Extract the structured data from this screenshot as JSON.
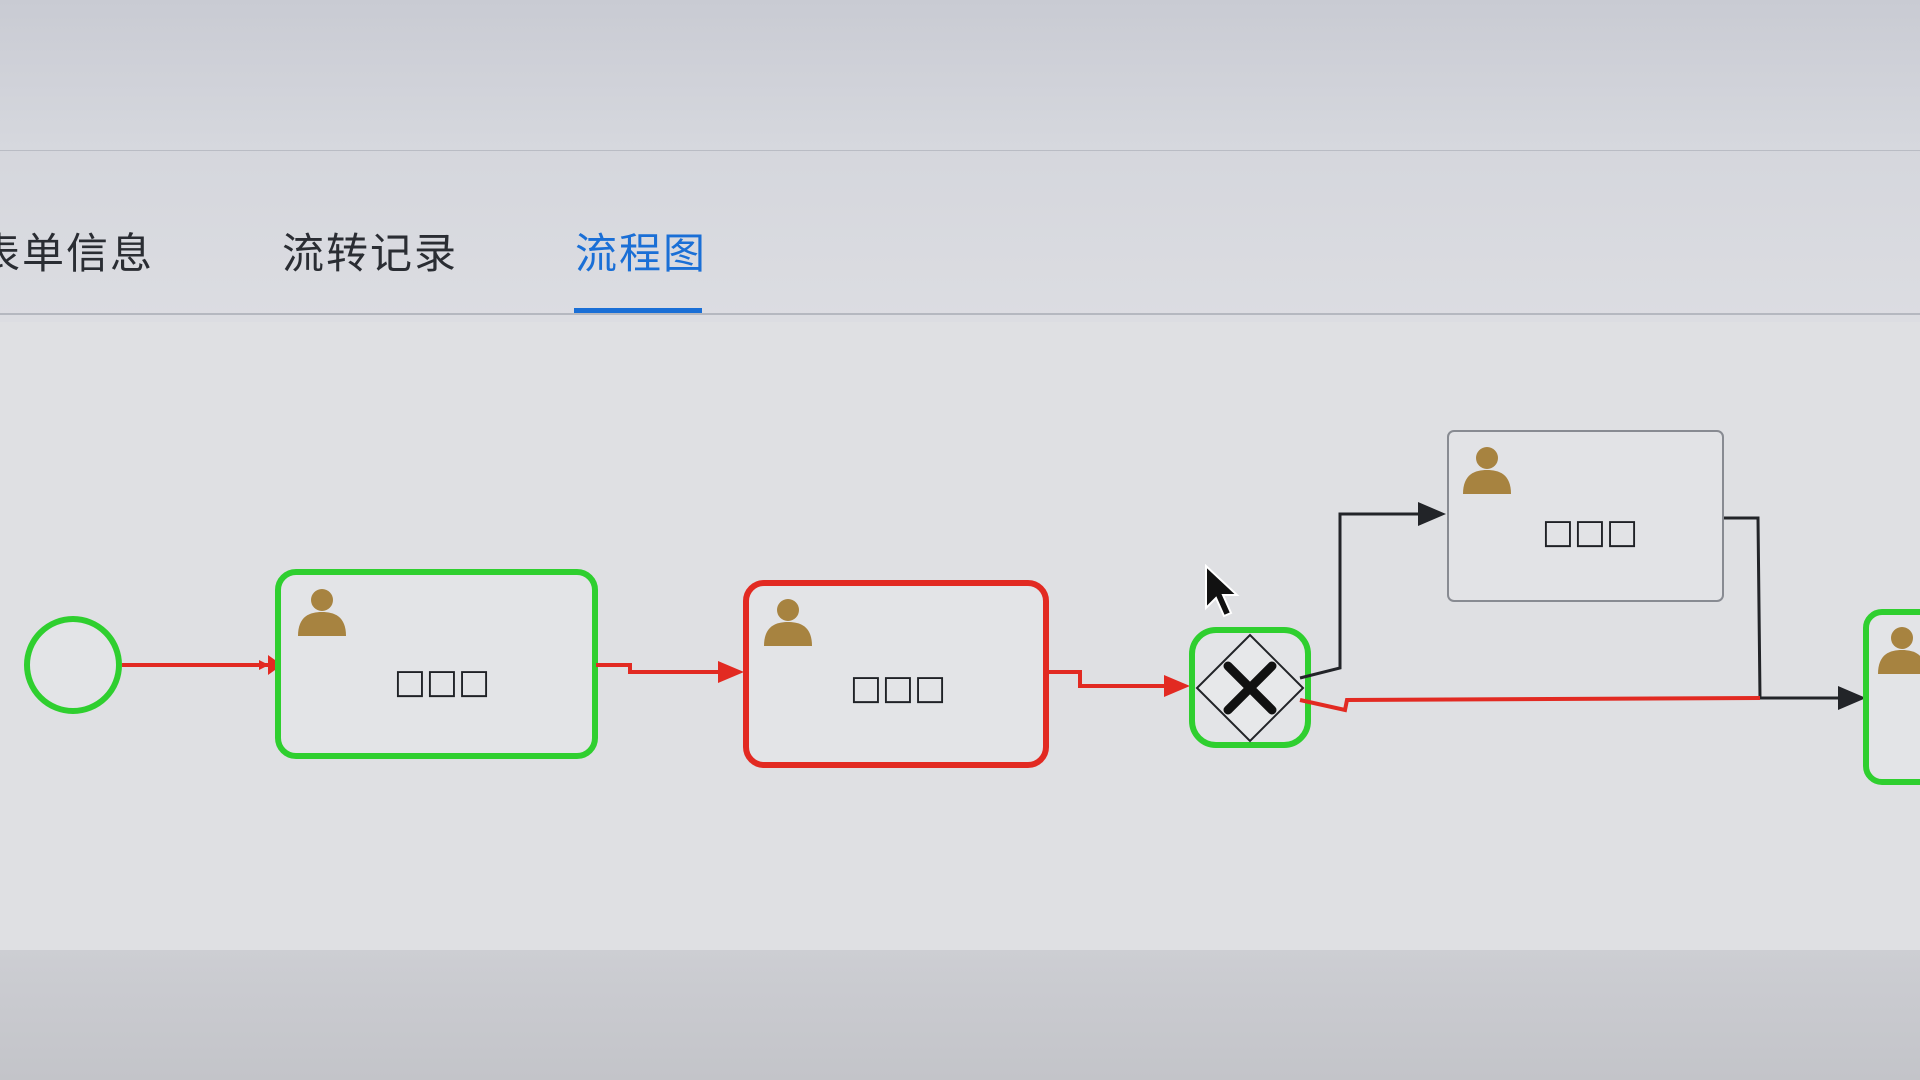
{
  "tabs": [
    {
      "label": "表单信息",
      "active": false
    },
    {
      "label": "流转记录",
      "active": false
    },
    {
      "label": "流程图",
      "active": true
    }
  ],
  "diagram": {
    "task_labels": [
      "□□□",
      "□□□",
      "□□□"
    ],
    "colors": {
      "completed": "#2fcf2f",
      "current": "#e22a22",
      "pending": "#888b92",
      "flow_done": "#e22a22",
      "flow_pending": "#222428",
      "user_icon": "#a78340",
      "active_tab": "#1a6fd6"
    },
    "icons": [
      "start-event-icon",
      "user-task-icon",
      "exclusive-gateway-icon",
      "mouse-cursor-icon"
    ]
  }
}
